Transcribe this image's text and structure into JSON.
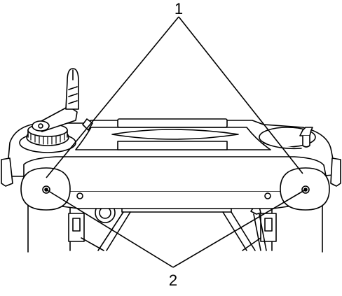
{
  "diagram": {
    "callouts": [
      {
        "id": "1",
        "label": "1"
      },
      {
        "id": "2",
        "label": "2"
      }
    ],
    "colors": {
      "line": "#000000",
      "fill": "#ffffff"
    }
  }
}
